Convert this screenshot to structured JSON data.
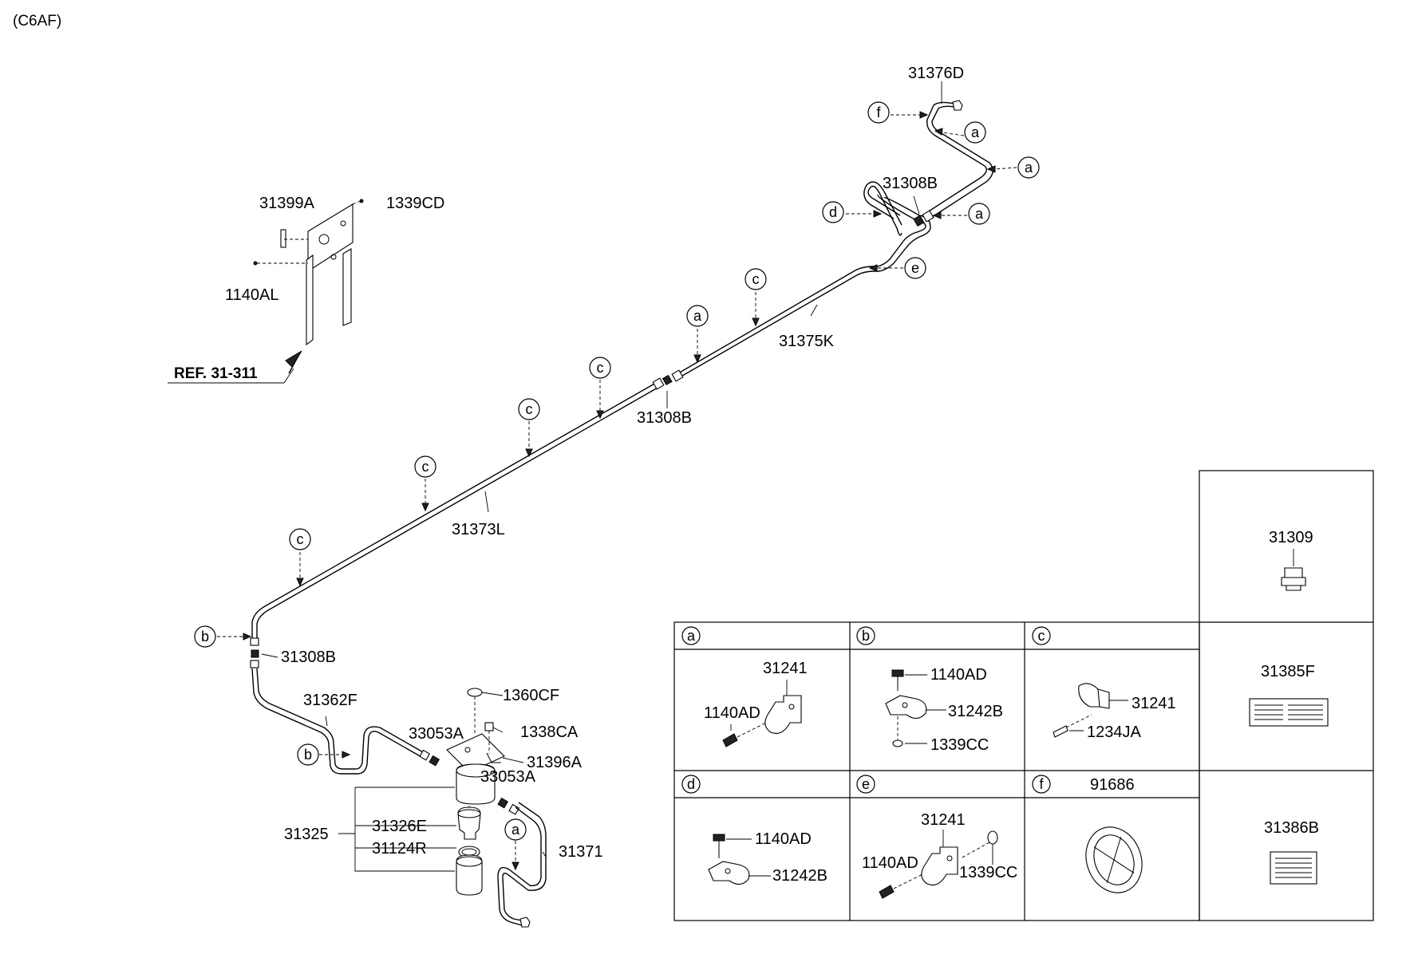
{
  "model_code": "(C6AF)",
  "ref": "REF. 31-311",
  "main_labels": {
    "p31376D": "31376D",
    "p31308B_top": "31308B",
    "p31399A": "31399A",
    "p1339CD": "1339CD",
    "p1140AL": "1140AL",
    "p31375K": "31375K",
    "p31308B_mid": "31308B",
    "p31373L": "31373L",
    "p31308B_low": "31308B",
    "p31362F": "31362F",
    "p1360CF": "1360CF",
    "p33053A_1": "33053A",
    "p1338CA": "1338CA",
    "p31396A": "31396A",
    "p33053A_2": "33053A",
    "p31325": "31325",
    "p31326E": "31326E",
    "p31124R": "31124R",
    "p31371": "31371"
  },
  "callouts": {
    "f": "f",
    "a": "a",
    "b": "b",
    "c": "c",
    "d": "d",
    "e": "e"
  },
  "legend": {
    "a": {
      "letter": "a",
      "l1": "31241",
      "l2": "1140AD"
    },
    "b": {
      "letter": "b",
      "l1": "1140AD",
      "l2": "31242B",
      "l3": "1339CC"
    },
    "c": {
      "letter": "c",
      "l1": "31241",
      "l2": "1234JA"
    },
    "d": {
      "letter": "d",
      "l1": "1140AD",
      "l2": "31242B"
    },
    "e": {
      "letter": "e",
      "l1": "31241",
      "l2": "1140AD",
      "l3": "1339CC"
    },
    "f": {
      "letter": "f",
      "l1": "91686"
    },
    "side": {
      "s1": "31309",
      "s2": "31385F",
      "s3": "31386B"
    }
  }
}
